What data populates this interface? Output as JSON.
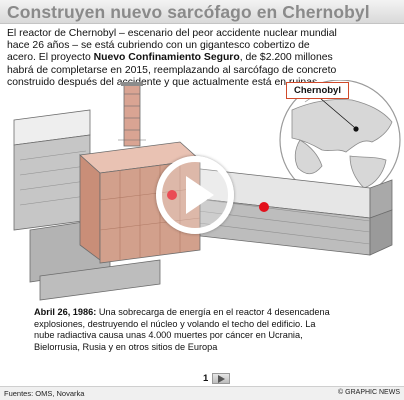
{
  "header": {
    "title": "Construyen nuevo sarcófago en Chernobyl"
  },
  "intro": {
    "part1": "El reactor de Chernobyl – escenario del peor accidente nuclear mundial hace 26 años – se está cubriendo con un gigantesco cobertizo de acero. El proyecto ",
    "bold": "Nuevo Confinamiento Seguro",
    "part2": ", de $2.200 millones habrá de completarse en 2015, reemplazando al sarcófago de concreto construido después del accidente y que actualmente está en ruinas"
  },
  "globe": {
    "label": "Chernobyl"
  },
  "caption": {
    "date": "Abril 26, 1986:",
    "text": " Una sobrecarga de energía en el reactor 4 desencadena explosiones, destruyendo el núcleo y volando el techo del edificio. La nube radiactiva causa unas 4.000 muertes por cáncer en Ucrania, Bielorrusia, Rusia y en otros sitios de Europa"
  },
  "pager": {
    "page": "1"
  },
  "footer": {
    "sources": "Fuentes: OMS, Novarka",
    "credit": "© GRAPHIC NEWS"
  },
  "colors": {
    "reactor_red": "#d2a08c",
    "marker_red": "#e3101c",
    "globe_label_border": "#d04a2a"
  },
  "icons": {
    "play": "play-icon",
    "next": "triangle-right-icon"
  }
}
